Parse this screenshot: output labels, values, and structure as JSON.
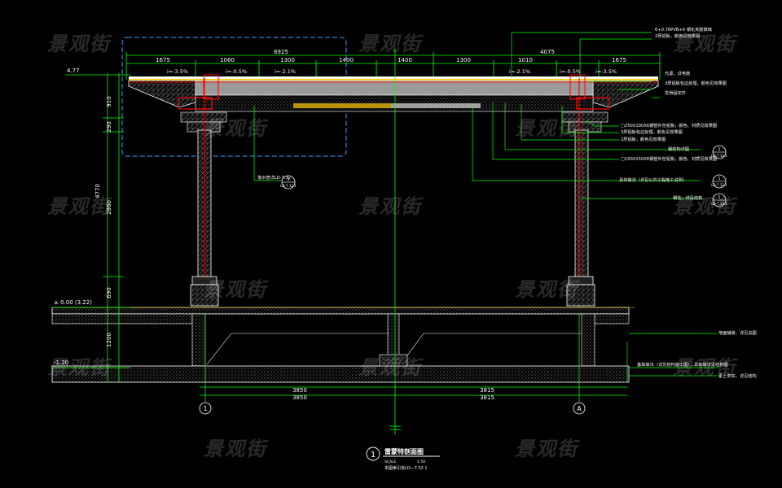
{
  "watermark": "景观街",
  "colors": {
    "background": "#000000",
    "dim_line": "#00ff00",
    "structure": "#ffffff",
    "steel": "#ff0000",
    "leader": "#ff2020",
    "annotation": "#ffffff",
    "axis": "#00ff00",
    "hatch": "#c0c0c0",
    "accent_yellow": "#ffcc00",
    "viewport": "#3fa0ff"
  },
  "top_dims_row1": [
    "6925",
    "4075"
  ],
  "top_dims_row2": [
    "1675",
    "1060",
    "1300",
    "1400",
    "1400",
    "1300",
    "1010",
    "1675"
  ],
  "slopes": [
    "i=-3.5%",
    "i=-0.5%",
    "i=-2.1%",
    "i=-2.1%",
    "i=-0.5%",
    "i=-3.5%"
  ],
  "elev_top": "4.77",
  "elev_ground": "± 0.00 (3.22)",
  "elev_bottom": "-1.20",
  "left_dims": [
    "910",
    "290",
    "2860",
    "4770",
    "690",
    "1200"
  ],
  "bottom_dims_row1": [
    "3850",
    "3815"
  ],
  "bottom_dims_row2": [
    "3850",
    "3815"
  ],
  "axes": [
    "1",
    "A"
  ],
  "right_notes": [
    "6+0.76PVB+6 钢化夹胶玻璃",
    "2厚铝板，颜色见效果图",
    "光源，详电施",
    "3厚铝板包边处理，颜色见效果图",
    "龙骨固定件",
    "□250X100X6钢管外包铝板，颜色、材质见效果图",
    "3厚铝板包边处理，颜色见效果图",
    "2厚铝板，颜色见效果图",
    "钢结构详图",
    "□150X150X6钢管外包铝板，颜色、材质见效果图",
    "具体做法（详见公共工程施工说明）",
    "钢柱，详见结构",
    "地面铺装，详见总图",
    "基础做法（详见结构施工图），具体做法见结构图",
    "素土夯实，详见结构"
  ],
  "detail_refs": [
    {
      "num": "1",
      "sheet": "LD-7.32.1"
    },
    {
      "num": "1",
      "sheet": "LD-7.32.1"
    },
    {
      "num": "1",
      "sheet": "LD-7.32.1"
    }
  ],
  "left_note": "落水管详LD-7.32",
  "left_ref": {
    "num": "1",
    "sheet": "LD-7.32.1"
  },
  "title": {
    "number": "1",
    "name": "雷蒙特剖面图",
    "scale_label": "SCALE",
    "scale": "1:50",
    "sub": "本图索引自LD—7.32.1"
  }
}
